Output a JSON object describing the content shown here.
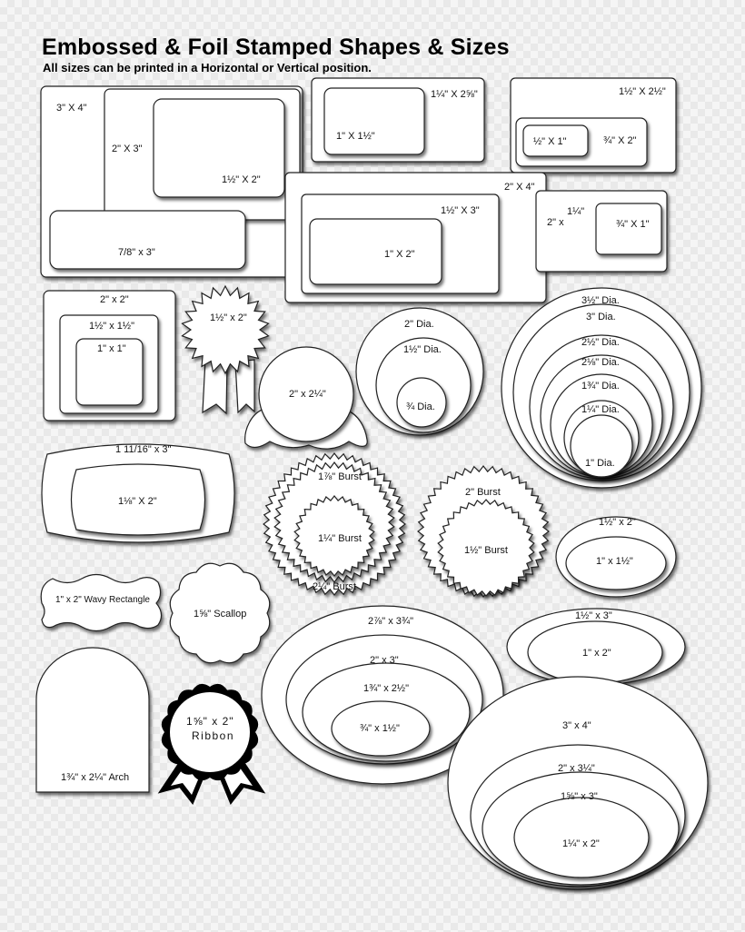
{
  "title": "Embossed & Foil Stamped Shapes & Sizes",
  "subtitle": "All sizes can be printed in a Horizontal or Vertical position.",
  "labels": {
    "r3x4": "3\" X 4\"",
    "r2x3": "2\" X 3\"",
    "r15x2": "1½\" X 2\"",
    "r78x3": "7/8\" x 3\"",
    "r114x258": "1¼\" X 2⅝\"",
    "r1x112": "1\" X 1½\"",
    "r112x212": "1½\" X 2½\"",
    "r12x1": "½\" X 1\"",
    "r34x2": "¾\" X 2\"",
    "r2x4": "2\" X 4\"",
    "r112x3": "1½\" X 3\"",
    "r1x2": "1\" X 2\"",
    "r2x114a": "1¼\"",
    "r2x114b": "2\" x",
    "r34x1": "¾\" X 1\"",
    "sq2x2": "2\" x 2\"",
    "sq112": "1½\" x 1½\"",
    "sq1": "1\" x 1\"",
    "seal112x2": "1½\" x 2\"",
    "badge2x214": "2\" x 2¼\"",
    "dia2": "2\" Dia.",
    "dia112": "1½\" Dia.",
    "dia34": "¾ Dia.",
    "dia312": "3½\" Dia.",
    "dia3": "3\" Dia.",
    "dia212": "2½\" Dia.",
    "dia218": "2⅛\" Dia.",
    "dia134": "1¾\" Dia.",
    "dia114": "1¼\" Dia.",
    "dia1": "1\" Dia.",
    "pill111x3": "1 11/16\" x 3\"",
    "pill118x2": "1⅛\" X 2\"",
    "burst178": "1⅞\" Burst",
    "burst114": "1¼\" Burst",
    "burst214": "2¼\" Burst",
    "burst2": "2\" Burst",
    "burst112": "1½\" Burst",
    "ov112x2": "1½\" x 2\"",
    "ov1x112": "1\" x 1½\"",
    "wavy": "1\" x 2\" Wavy Rectangle",
    "scallop": "1⅝\" Scallop",
    "ov278x334": "2⅞\" x 3¾\"",
    "ov2x3": "2\" x 3\"",
    "ov134x212": "1¾\" x 2½\"",
    "ov34x112": "¾\" x 1½\"",
    "ov112x3": "1½\" x 3\"",
    "ov1x2": "1\" x 2\"",
    "arch": "1¾\" x 2¼\" Arch",
    "ribbon1": "1⅝\" x 2\"",
    "ribbon2": "Ribbon",
    "ov3x4": "3\" x 4\"",
    "ov2x314": "2\" x 3¼\"",
    "ov158x3": "1⅝\" x 3\"",
    "ov114x2": "1¼\" x 2\""
  }
}
